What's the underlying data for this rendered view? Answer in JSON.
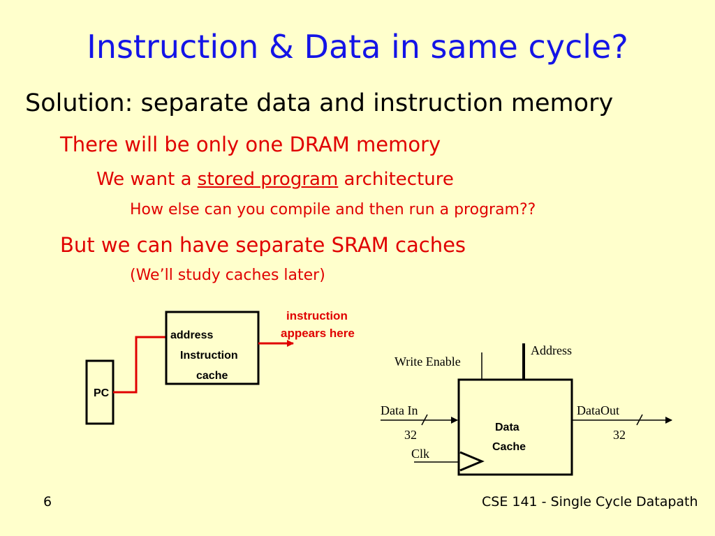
{
  "slide": {
    "title": "Instruction & Data in same cycle?",
    "bullets": {
      "b1": "Solution: separate data and instruction memory",
      "b2": "There will be only one DRAM memory",
      "b3_pre": "We want a ",
      "b3_link": "stored program",
      "b3_post": " architecture",
      "b4": "How else can you compile and then run a program??",
      "b5": "But we can have separate SRAM caches",
      "b6": "(We’ll study caches later)"
    },
    "footer": {
      "page_number": "6",
      "course": "CSE 141 - Single Cycle Datapath"
    }
  },
  "diagram": {
    "pc_label": "PC",
    "icache": {
      "address_label": "address",
      "label_line1": "Instruction",
      "label_line2": "cache"
    },
    "output_note": {
      "line1": "instruction",
      "line2": "appears here"
    },
    "dcache": {
      "label_line1": "Data",
      "label_line2": "Cache",
      "write_enable": "Write Enable",
      "address": "Address",
      "data_in": "Data In",
      "data_in_width": "32",
      "data_out": "DataOut",
      "data_out_width": "32",
      "clk": "Clk"
    }
  },
  "colors": {
    "background": "#FFFFCC",
    "title": "#1414E6",
    "accent_red": "#E00000"
  }
}
